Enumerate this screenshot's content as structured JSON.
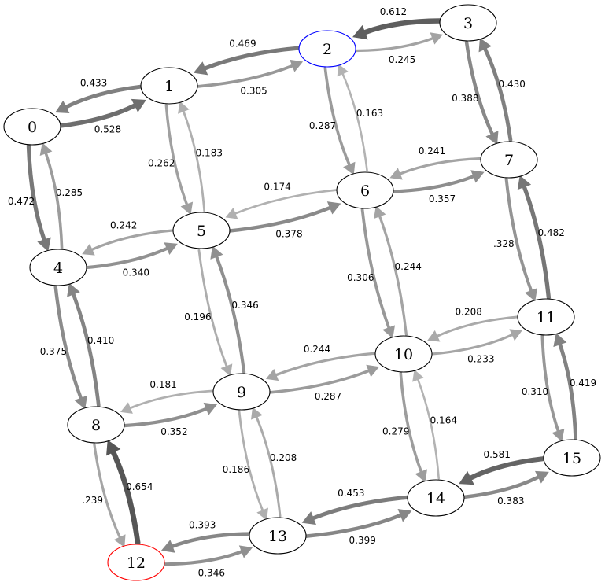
{
  "graph": {
    "nodes": [
      {
        "id": "0",
        "label": "0",
        "border": "#000000"
      },
      {
        "id": "1",
        "label": "1",
        "border": "#000000"
      },
      {
        "id": "2",
        "label": "2",
        "border": "#0000ff"
      },
      {
        "id": "3",
        "label": "3",
        "border": "#000000"
      },
      {
        "id": "4",
        "label": "4",
        "border": "#000000"
      },
      {
        "id": "5",
        "label": "5",
        "border": "#000000"
      },
      {
        "id": "6",
        "label": "6",
        "border": "#000000"
      },
      {
        "id": "7",
        "label": "7",
        "border": "#000000"
      },
      {
        "id": "8",
        "label": "8",
        "border": "#000000"
      },
      {
        "id": "9",
        "label": "9",
        "border": "#000000"
      },
      {
        "id": "10",
        "label": "10",
        "border": "#000000"
      },
      {
        "id": "11",
        "label": "11",
        "border": "#000000"
      },
      {
        "id": "12",
        "label": "12",
        "border": "#ff0000"
      },
      {
        "id": "13",
        "label": "13",
        "border": "#000000"
      },
      {
        "id": "14",
        "label": "14",
        "border": "#000000"
      },
      {
        "id": "15",
        "label": "15",
        "border": "#000000"
      }
    ],
    "edges": [
      {
        "from": "0",
        "to": "1",
        "label": "0.528"
      },
      {
        "from": "1",
        "to": "0",
        "label": "0.433"
      },
      {
        "from": "0",
        "to": "4",
        "label": "0.472"
      },
      {
        "from": "4",
        "to": "0",
        "label": "0.285"
      },
      {
        "from": "1",
        "to": "2",
        "label": "0.305"
      },
      {
        "from": "2",
        "to": "1",
        "label": "0.469"
      },
      {
        "from": "1",
        "to": "5",
        "label": "0.262"
      },
      {
        "from": "5",
        "to": "1",
        "label": "0.183"
      },
      {
        "from": "2",
        "to": "3",
        "label": "0.245"
      },
      {
        "from": "3",
        "to": "2",
        "label": "0.612"
      },
      {
        "from": "2",
        "to": "6",
        "label": "0.287"
      },
      {
        "from": "6",
        "to": "2",
        "label": "0.163"
      },
      {
        "from": "3",
        "to": "7",
        "label": "0.388"
      },
      {
        "from": "7",
        "to": "3",
        "label": "0.430"
      },
      {
        "from": "4",
        "to": "5",
        "label": "0.340"
      },
      {
        "from": "5",
        "to": "4",
        "label": "0.242"
      },
      {
        "from": "4",
        "to": "8",
        "label": "0.375"
      },
      {
        "from": "8",
        "to": "4",
        "label": "0.410"
      },
      {
        "from": "5",
        "to": "6",
        "label": "0.378"
      },
      {
        "from": "6",
        "to": "5",
        "label": "0.174"
      },
      {
        "from": "5",
        "to": "9",
        "label": "0.196"
      },
      {
        "from": "9",
        "to": "5",
        "label": "0.346"
      },
      {
        "from": "6",
        "to": "7",
        "label": "0.357"
      },
      {
        "from": "7",
        "to": "6",
        "label": "0.241"
      },
      {
        "from": "6",
        "to": "10",
        "label": "0.306"
      },
      {
        "from": "10",
        "to": "6",
        "label": "0.244"
      },
      {
        "from": "7",
        "to": "11",
        "label": ".328"
      },
      {
        "from": "11",
        "to": "7",
        "label": "0.482"
      },
      {
        "from": "8",
        "to": "9",
        "label": "0.352"
      },
      {
        "from": "9",
        "to": "8",
        "label": "0.181"
      },
      {
        "from": "8",
        "to": "12",
        "label": ".239"
      },
      {
        "from": "12",
        "to": "8",
        "label": "0.654"
      },
      {
        "from": "9",
        "to": "10",
        "label": "0.287"
      },
      {
        "from": "10",
        "to": "9",
        "label": "0.244"
      },
      {
        "from": "9",
        "to": "13",
        "label": "0.186"
      },
      {
        "from": "13",
        "to": "9",
        "label": "0.208"
      },
      {
        "from": "10",
        "to": "11",
        "label": "0.233"
      },
      {
        "from": "11",
        "to": "10",
        "label": "0.208"
      },
      {
        "from": "10",
        "to": "14",
        "label": "0.279"
      },
      {
        "from": "14",
        "to": "10",
        "label": "0.164"
      },
      {
        "from": "11",
        "to": "15",
        "label": "0.310"
      },
      {
        "from": "15",
        "to": "11",
        "label": "0.419"
      },
      {
        "from": "12",
        "to": "13",
        "label": "0.346"
      },
      {
        "from": "13",
        "to": "12",
        "label": "0.393"
      },
      {
        "from": "13",
        "to": "14",
        "label": "0.399"
      },
      {
        "from": "14",
        "to": "13",
        "label": "0.453"
      },
      {
        "from": "14",
        "to": "15",
        "label": "0.383"
      },
      {
        "from": "15",
        "to": "14",
        "label": "0.581"
      }
    ]
  }
}
